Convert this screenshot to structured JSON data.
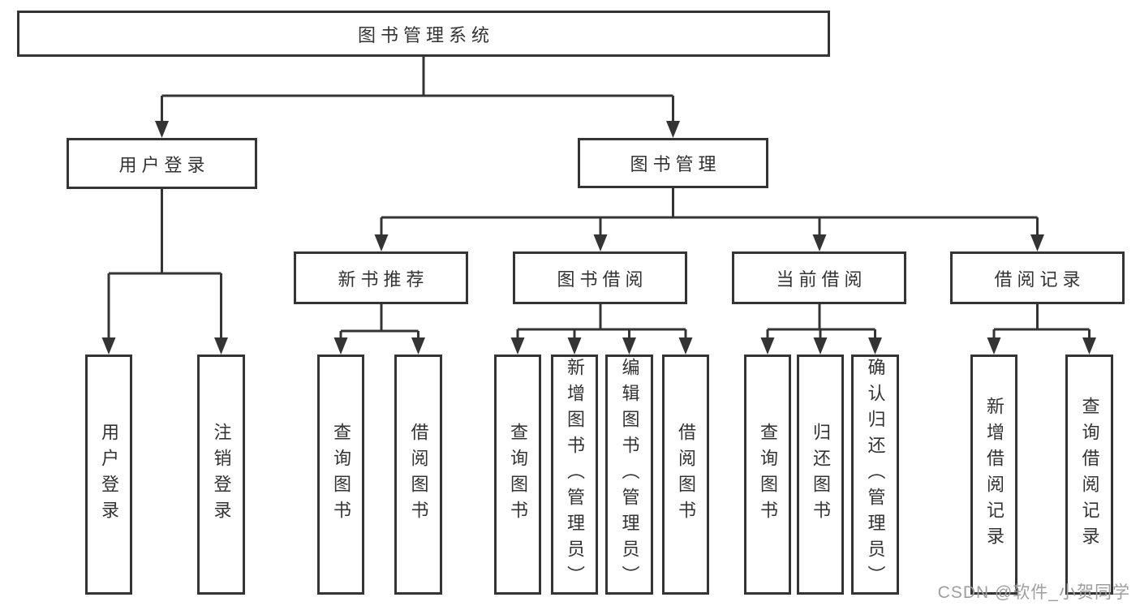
{
  "colors": {
    "line": "#343434",
    "box_border": "#343434",
    "text": "#333333",
    "background": "#ffffff",
    "watermark": "#9e9e9e"
  },
  "tree": {
    "root": {
      "label": "图书管理系统"
    },
    "level2": [
      {
        "label": "用户登录"
      },
      {
        "label": "图书管理"
      }
    ],
    "level3": [
      {
        "label": "新书推荐"
      },
      {
        "label": "图书借阅"
      },
      {
        "label": "当前借阅"
      },
      {
        "label": "借阅记录"
      }
    ],
    "leaves": {
      "user_login": [
        {
          "label": "用户登录"
        },
        {
          "label": "注销登录"
        }
      ],
      "new_book": [
        {
          "label": "查询图书"
        },
        {
          "label": "借阅图书"
        }
      ],
      "book_borrow": [
        {
          "label": "查询图书"
        },
        {
          "label": "新增图书（管理员）"
        },
        {
          "label": "编辑图书（管理员）"
        },
        {
          "label": "借阅图书"
        }
      ],
      "current_borrow": [
        {
          "label": "查询图书"
        },
        {
          "label": "归还图书"
        },
        {
          "label": "确认归还（管理员）"
        }
      ],
      "borrow_record": [
        {
          "label": "新增借阅记录"
        },
        {
          "label": "查询借阅记录"
        }
      ]
    }
  },
  "watermark": {
    "text": "CSDN @软件_小贺同学"
  }
}
